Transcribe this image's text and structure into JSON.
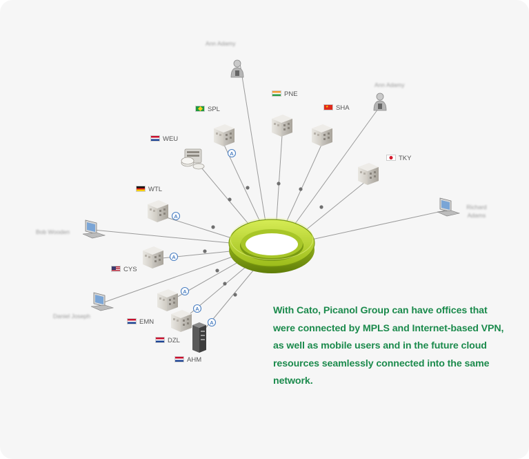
{
  "caption": {
    "text": "With Cato, Picanol Group can have offices that were connected by MPLS  and Internet-based VPN, as well as mobile users and in the future cloud resources seamlessly connected into the same network.",
    "color": "#1b8a4c"
  },
  "colors": {
    "background": "#f6f6f6",
    "ring_light": "#c8e23a",
    "ring_dark": "#6e8e0b",
    "link_line": "#9a9a9a",
    "link_dot": "#6f6f6f",
    "badge": "#4a7fc2"
  },
  "sites": [
    {
      "code": "SPL",
      "flag": "brazil"
    },
    {
      "code": "PNE",
      "flag": "india"
    },
    {
      "code": "SHA",
      "flag": "china"
    },
    {
      "code": "WEU",
      "flag": "netherlands"
    },
    {
      "code": "TKY",
      "flag": "japan"
    },
    {
      "code": "WTL",
      "flag": "germany"
    },
    {
      "code": "CYS",
      "flag": "usa"
    },
    {
      "code": "EMN",
      "flag": "netherlands"
    },
    {
      "code": "DZL",
      "flag": "netherlands"
    },
    {
      "code": "AHM",
      "flag": "netherlands"
    }
  ],
  "blurred_labels": [
    {
      "text": "Ann Adamy"
    },
    {
      "text": "Ann Adamy"
    },
    {
      "text": "Bob Wooden"
    },
    {
      "text": "Daniel Joseph"
    },
    {
      "text": "Richard Adams"
    }
  ],
  "badge_glyph": "A"
}
